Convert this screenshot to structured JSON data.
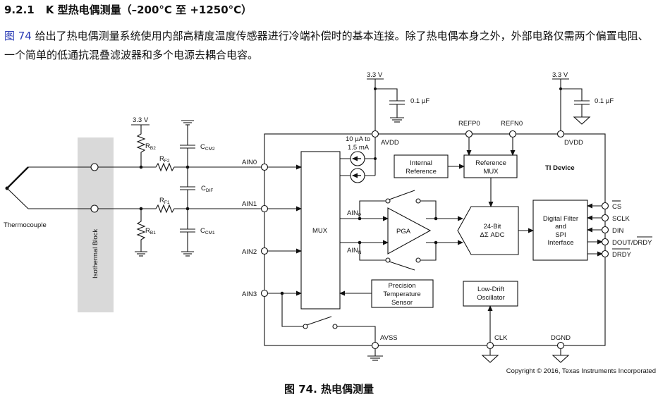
{
  "section": {
    "number": "9.2.1",
    "title": "K 型热电偶测量（–200°C 至 +1250°C）"
  },
  "paragraph": {
    "link": "图 74",
    "text": " 给出了热电偶测量系统使用内部高精度温度传感器进行冷端补偿时的基本连接。除了热电偶本身之外，外部电路仅需两个偏置电阻、一个简单的低通抗混叠滤波器和多个电源去耦合电容。"
  },
  "diagram": {
    "thermocouple": "Thermocouple",
    "isothermal_block": "Isothermal Block",
    "supply_left": "3.3 V",
    "supply_avdd": "3.3 V",
    "supply_dvdd": "3.3 V",
    "rb2": "R",
    "rb2_sub": "B2",
    "rb1": "R",
    "rb1_sub": "B1",
    "rf2": "R",
    "rf2_sub": "F2",
    "rf1": "R",
    "rf1_sub": "F1",
    "ccm2": "C",
    "ccm2_sub": "CM2",
    "cdif": "C",
    "cdif_sub": "DIF",
    "ccm1": "C",
    "ccm1_sub": "CM1",
    "cap_avdd": "0.1 µF",
    "cap_dvdd": "0.1 µF",
    "pins": {
      "ain0": "AIN0",
      "ain1": "AIN1",
      "ain2": "AIN2",
      "ain3": "AIN3",
      "avdd": "AVDD",
      "dvdd": "DVDD",
      "refp0": "REFP0",
      "refn0": "REFN0",
      "avss": "AVSS",
      "clk": "CLK",
      "dgnd": "DGND",
      "cs": "CS",
      "sclk": "SCLK",
      "din": "DIN",
      "dout": "DOUT/",
      "dout_drdy": "DRDY",
      "drdy": "DRDY"
    },
    "idac_line1": "10 µA to",
    "idac_line2": "1.5 mA",
    "internal_ref_1": "Internal",
    "internal_ref_2": "Reference",
    "ref_mux_1": "Reference",
    "ref_mux_2": "MUX",
    "device": "TI Device",
    "mux": "MUX",
    "ainp": "AIN",
    "ainp_sub": "P",
    "ainn": "AIN",
    "ainn_sub": "N",
    "pga": "PGA",
    "adc_1": "24-Bit",
    "adc_2": "ΔΣ ADC",
    "filter_1": "Digital Filter",
    "filter_2": "and",
    "filter_3": "SPI",
    "filter_4": "Interface",
    "temp_1": "Precision",
    "temp_2": "Temperature",
    "temp_3": "Sensor",
    "osc_1": "Low-Drift",
    "osc_2": "Oscillator",
    "copyright": "Copyright © 2016, Texas Instruments Incorporated"
  },
  "caption": "图 74.  热电偶测量"
}
